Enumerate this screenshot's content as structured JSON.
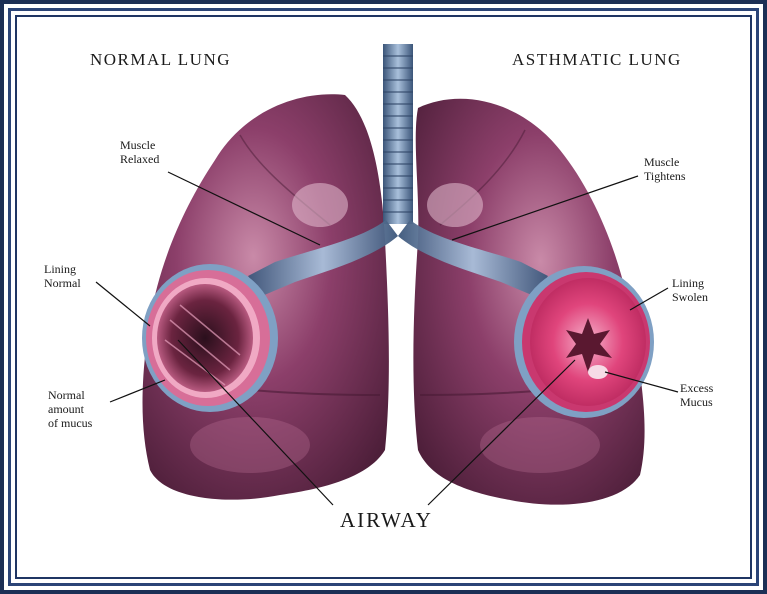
{
  "figure": {
    "left_title": "NORMAL LUNG",
    "right_title": "ASTHMATIC LUNG",
    "airway_label": "AIRWAY"
  },
  "labels": {
    "muscle_relaxed": "Muscle\nRelaxed",
    "lining_normal": "Lining\nNormal",
    "normal_mucus": "Normal\namount\nof mucus",
    "muscle_tightens": "Muscle\nTightens",
    "lining_swollen": "Lining\nSwolen",
    "excess_mucus": "Excess\nMucus"
  },
  "colors": {
    "frame": "#1c2f55",
    "lung_dark": "#6a2a4e",
    "lung_mid": "#8c3f6a",
    "lung_light": "#c98aa8",
    "trachea": "#5d7fa8",
    "lining_pink": "#e0457c"
  }
}
